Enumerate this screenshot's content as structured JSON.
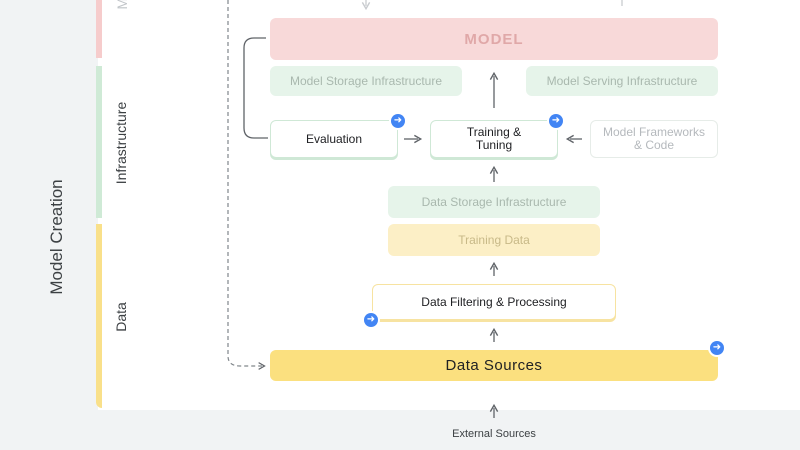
{
  "sections": {
    "outer_label": "Model Creation",
    "top_partial": "Mo",
    "infrastructure": "Infrastructure",
    "data": "Data"
  },
  "boxes": {
    "model": "MODEL",
    "model_storage": "Model Storage Infrastructure",
    "model_serving": "Model Serving Infrastructure",
    "evaluation": "Evaluation",
    "training_tuning": "Training &\nTuning",
    "model_frameworks": "Model Frameworks\n& Code",
    "data_storage": "Data Storage Infrastructure",
    "training_data": "Training Data",
    "data_filtering": "Data Filtering & Processing",
    "data_sources": "Data Sources"
  },
  "external": "External Sources",
  "colors": {
    "red_band": "#f6cccc",
    "green_band": "#cfead6",
    "yellow_band": "#f9e08a",
    "model_fill": "#f8d9d9",
    "green_fill": "#e6f4ea",
    "yellow_fill": "#fcefc6",
    "sources_fill": "#fbe07f",
    "accent": "#4285f4"
  },
  "icons": [
    "arrow-right-badge-icon"
  ]
}
